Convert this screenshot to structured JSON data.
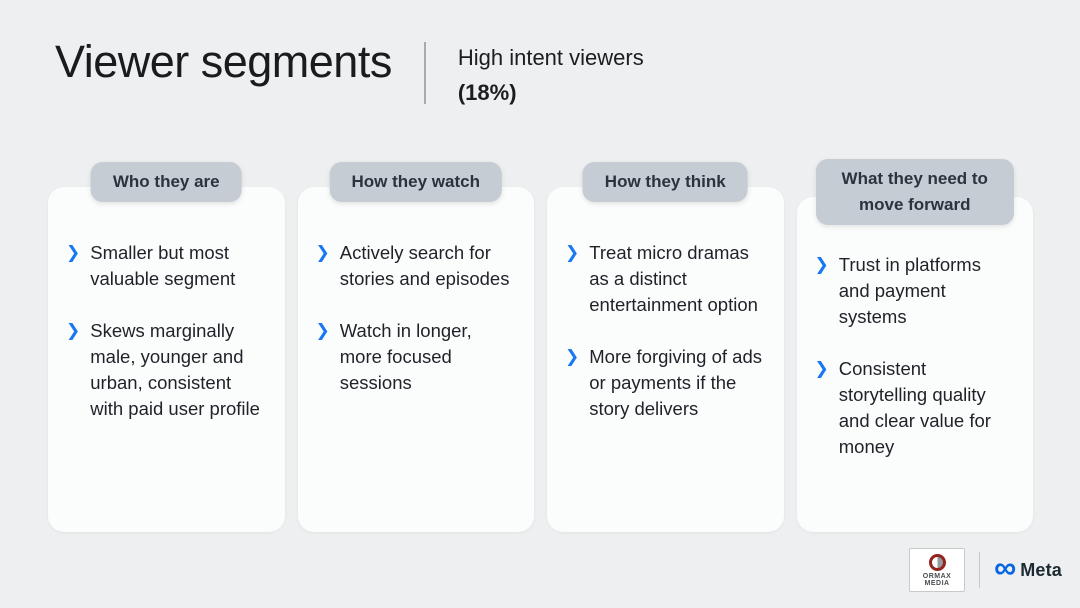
{
  "header": {
    "title": "Viewer segments",
    "subtitle_line1": "High intent viewers",
    "subtitle_line2": "(18%)"
  },
  "columns": [
    {
      "header": "Who they are",
      "bullets": [
        "Smaller but most valuable segment",
        "Skews marginally male, younger and urban, consistent with paid user profile"
      ]
    },
    {
      "header": "How they watch",
      "bullets": [
        "Actively search for stories and episodes",
        "Watch in longer, more focused sessions"
      ]
    },
    {
      "header": "How they think",
      "bullets": [
        "Treat micro dramas as a distinct entertainment option",
        "More forgiving of ads or payments if the story delivers"
      ]
    },
    {
      "header": "What they need to move forward",
      "bullets": [
        "Trust in platforms and payment systems",
        "Consistent storytelling quality and clear value for money"
      ]
    }
  ],
  "icons": {
    "chevron_glyph": "❯",
    "meta_infinity_glyph": "∞"
  },
  "footer": {
    "ormax_line1": "ORMAX",
    "ormax_line2": "MEDIA",
    "meta_label": "Meta"
  },
  "colors": {
    "page_bg": "#eeeff0",
    "card_bg": "#fbfcfc",
    "pill_bg": "#c5ccd3",
    "pill_text": "#2a333e",
    "accent_blue": "#1877f2",
    "body_text": "#1f2329",
    "meta_blue": "#0668e1",
    "ormax_red": "#93231e"
  }
}
